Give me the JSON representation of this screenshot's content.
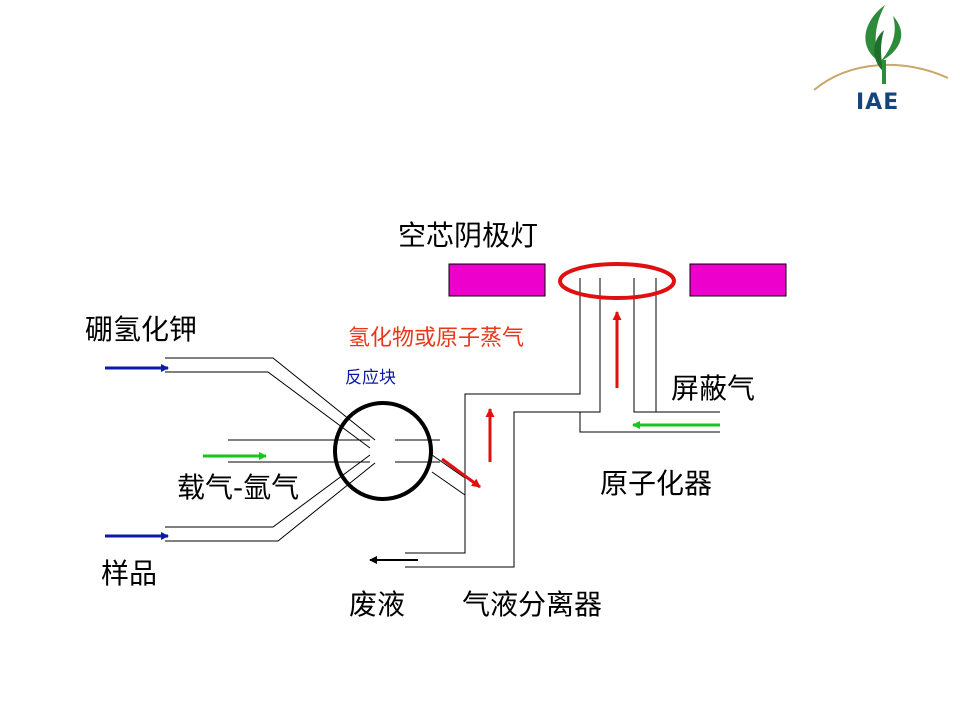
{
  "logo": {
    "text": "IAE"
  },
  "labels": {
    "lamp": "空芯阴极灯",
    "borohydride": "硼氢化钾",
    "hydride_vapor": "氢化物或原子蒸气",
    "reaction_block": "反应块",
    "shield_gas": "屏蔽气",
    "carrier_gas": "载气-氩气",
    "atomizer": "原子化器",
    "sample": "样品",
    "waste": "废液",
    "gas_liquid_separator": "气液分离器"
  },
  "colors": {
    "inflow_arrow": "#0b1aa8",
    "gas_arrow": "#17c51d",
    "vapor_arrow": "#e01010",
    "waste_arrow": "#000000",
    "lamp_block": "#ee00cc",
    "lamp_ring": "#e01010",
    "logo_green": "#2e8b3a",
    "logo_blue": "#15457f"
  }
}
